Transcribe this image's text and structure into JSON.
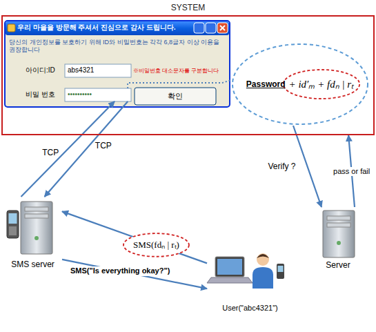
{
  "diagram": {
    "nodes": [
      {
        "text": [
          "SYSTEM"
        ]
      },
      {
        "text": [
          "우리 마을을 방문해 주셔서 진심으로 감사 드립니다.",
          "당신의 개인정보를 보호하기 위해 ID와 비밀번호는 각각 6,8글자 이상 이용을 권장합니다",
          "아이디:ID",
          "비밀 번호",
          "※비밀번호 대소문자를 구분합니다"
        ],
        "in": 0
      },
      {
        "text": [
          "abs4321"
        ],
        "in": 1
      },
      {
        "text": [
          "••••••••••"
        ],
        "in": 1
      },
      {
        "text": [
          "확인"
        ],
        "in": 1
      },
      {
        "text": [
          "Password",
          "+ id′ₘ + fdₙ | rₜ"
        ]
      },
      {
        "text": [
          "SMS server"
        ]
      },
      {
        "text": [
          "Server"
        ]
      },
      {
        "text": [
          "User(\"abc4321\")"
        ]
      }
    ],
    "edges": [
      {
        "from": 6,
        "to": 3,
        "label": "TCP",
        "arrow": "to"
      },
      {
        "from": 3,
        "to": 6,
        "label": "TCP",
        "arrow": "to"
      },
      {
        "from": 3,
        "to": 5,
        "arrow": "none"
      },
      {
        "from": 5,
        "to": 7,
        "label": "Verify ?",
        "arrow": "to"
      },
      {
        "from": 7,
        "to": 0,
        "label": "pass or fail",
        "arrow": "to"
      },
      {
        "from": 8,
        "to": 6,
        "label": "SMS(fdₙ | rₜ)",
        "arrow": "to"
      },
      {
        "from": 6,
        "to": 8,
        "label": "SMS(\"Is everything okay?\")",
        "arrow": "to"
      }
    ]
  }
}
